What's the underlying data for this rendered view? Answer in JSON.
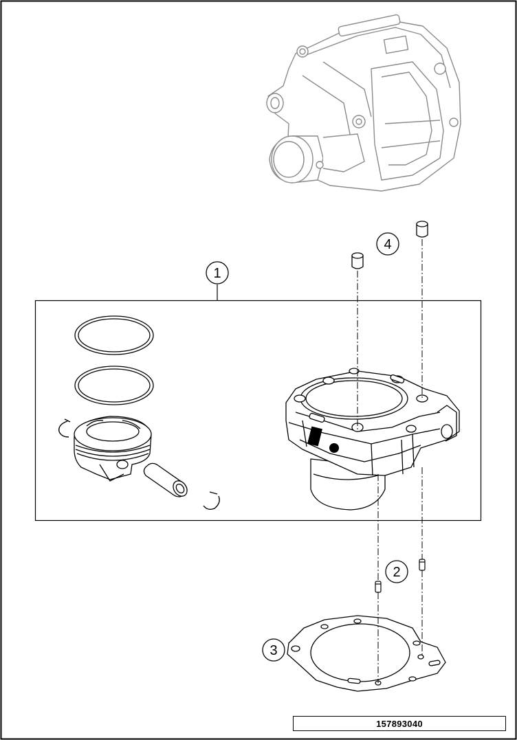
{
  "callouts": [
    {
      "id": "1",
      "label": "1"
    },
    {
      "id": "2",
      "label": "2"
    },
    {
      "id": "3",
      "label": "3"
    },
    {
      "id": "4",
      "label": "4"
    }
  ],
  "part_number": "157893040",
  "colors": {
    "line": "#000000",
    "ghost": "#8a8a8a",
    "background": "#ffffff"
  }
}
